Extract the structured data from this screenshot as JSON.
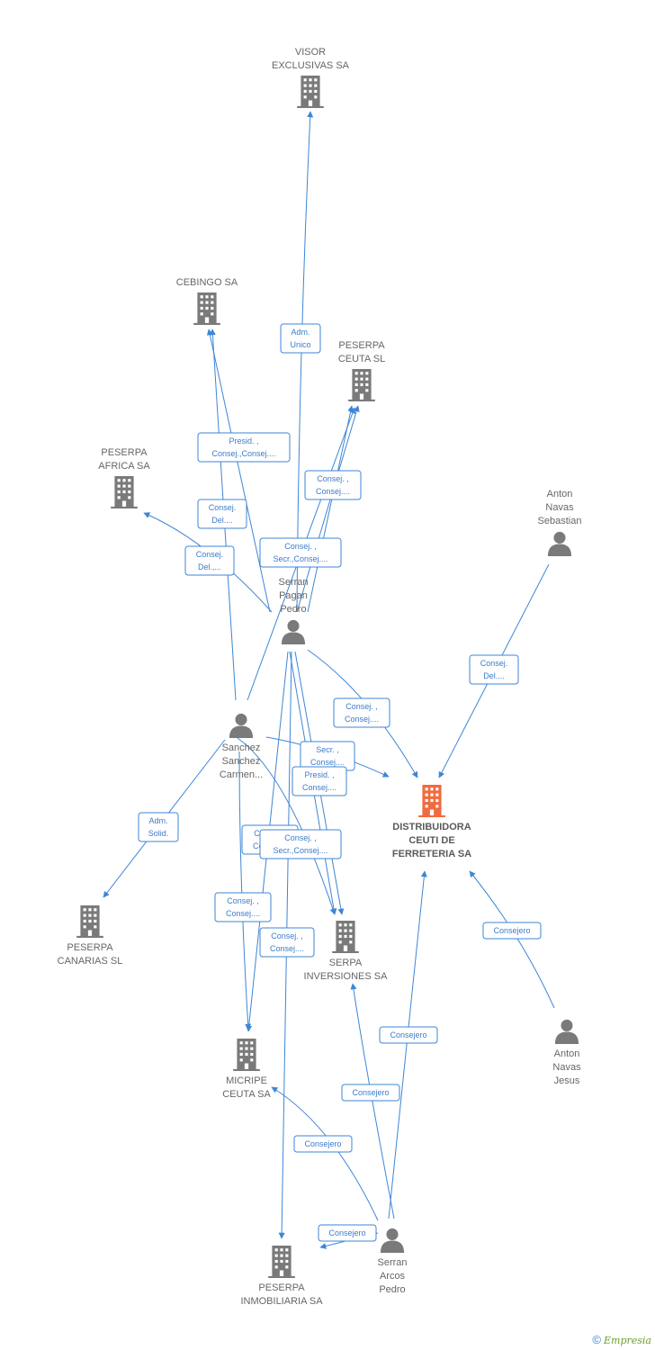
{
  "colors": {
    "edge": "#3d86d6",
    "company": "#7a7a7a",
    "main_company": "#f26a3f",
    "person": "#7a7a7a"
  },
  "nodes": [
    {
      "id": "visor",
      "type": "company",
      "label": [
        "VISOR",
        "EXCLUSIVAS SA"
      ]
    },
    {
      "id": "cebingo",
      "type": "company",
      "label": [
        "CEBINGO SA"
      ]
    },
    {
      "id": "peserpa_ceuta",
      "type": "company",
      "label": [
        "PESERPA",
        "CEUTA SL"
      ]
    },
    {
      "id": "peserpa_africa",
      "type": "company",
      "label": [
        "PESERPA",
        "AFRICA SA"
      ]
    },
    {
      "id": "anton_sebastian",
      "type": "person",
      "label": [
        "Anton",
        "Navas",
        "Sebastian"
      ]
    },
    {
      "id": "serran_pagan",
      "type": "person",
      "label": [
        "Serran",
        "Pagan",
        "Pedro"
      ]
    },
    {
      "id": "sanchez",
      "type": "person",
      "label": [
        "Sanchez",
        "Sanchez",
        "Carmen..."
      ]
    },
    {
      "id": "distribuidora",
      "type": "main",
      "label": [
        "DISTRIBUIDORA",
        "CEUTI DE",
        "FERRETERIA SA"
      ]
    },
    {
      "id": "peserpa_canarias",
      "type": "company",
      "label": [
        "PESERPA",
        "CANARIAS SL"
      ]
    },
    {
      "id": "serpa_inv",
      "type": "company",
      "label": [
        "SERPA",
        "INVERSIONES SA"
      ]
    },
    {
      "id": "anton_jesus",
      "type": "person",
      "label": [
        "Anton",
        "Navas",
        "Jesus"
      ]
    },
    {
      "id": "micripe",
      "type": "company",
      "label": [
        "MICRIPE",
        "CEUTA SA"
      ]
    },
    {
      "id": "serran_arcos",
      "type": "person",
      "label": [
        "Serran",
        "Arcos",
        "Pedro"
      ]
    },
    {
      "id": "peserpa_inmob",
      "type": "company",
      "label": [
        "PESERPA",
        "INMOBILIARIA SA"
      ]
    }
  ],
  "edges": [
    {
      "from": "serran_pagan",
      "to": "visor"
    },
    {
      "from": "serran_pagan",
      "to": "cebingo"
    },
    {
      "from": "serran_pagan",
      "to": "peserpa_ceuta"
    },
    {
      "from": "serran_pagan",
      "to": "peserpa_ceuta"
    },
    {
      "from": "serran_pagan",
      "to": "peserpa_africa"
    },
    {
      "from": "sanchez",
      "to": "cebingo"
    },
    {
      "from": "sanchez",
      "to": "peserpa_ceuta"
    },
    {
      "from": "sanchez",
      "to": "distribuidora"
    },
    {
      "from": "sanchez",
      "to": "peserpa_canarias"
    },
    {
      "from": "sanchez",
      "to": "serpa_inv"
    },
    {
      "from": "sanchez",
      "to": "micripe"
    },
    {
      "from": "serran_pagan",
      "to": "distribuidora"
    },
    {
      "from": "serran_pagan",
      "to": "serpa_inv"
    },
    {
      "from": "serran_pagan",
      "to": "serpa_inv"
    },
    {
      "from": "serran_pagan",
      "to": "micripe"
    },
    {
      "from": "serran_pagan",
      "to": "peserpa_inmob"
    },
    {
      "from": "anton_sebastian",
      "to": "distribuidora"
    },
    {
      "from": "anton_jesus",
      "to": "distribuidora"
    },
    {
      "from": "serran_arcos",
      "to": "distribuidora"
    },
    {
      "from": "serran_arcos",
      "to": "serpa_inv"
    },
    {
      "from": "serran_arcos",
      "to": "micripe"
    },
    {
      "from": "serran_arcos",
      "to": "peserpa_inmob"
    }
  ],
  "badges": [
    [
      "Adm.",
      "Unico"
    ],
    [
      "Presid. ,",
      "Consej.,Consej...."
    ],
    [
      "Consej. ,",
      "Consej...."
    ],
    [
      "Consej.",
      "Del...."
    ],
    [
      "Consej.",
      "Del.,..."
    ],
    [
      "Consej. ,",
      "Secr.,Consej...."
    ],
    [
      "Consej.",
      "Del...."
    ],
    [
      "Consej. ,",
      "Consej...."
    ],
    [
      "Secr. ,",
      "Consej...."
    ],
    [
      "Presid. ,",
      "Consej...."
    ],
    [
      "Adm.",
      "Solid."
    ],
    [
      "Consej. ,",
      "Consej...."
    ],
    [
      "Consej. ,",
      "Secr.,Consej...."
    ],
    [
      "Consej. ,",
      "Consej...."
    ],
    [
      "Consej. ,",
      "Consej...."
    ],
    [
      "Consejero"
    ],
    [
      "Consejero"
    ],
    [
      "Consejero"
    ],
    [
      "Consejero"
    ],
    [
      "Consejero"
    ]
  ],
  "footer": {
    "copyright": "©",
    "brand": "Empresia"
  }
}
